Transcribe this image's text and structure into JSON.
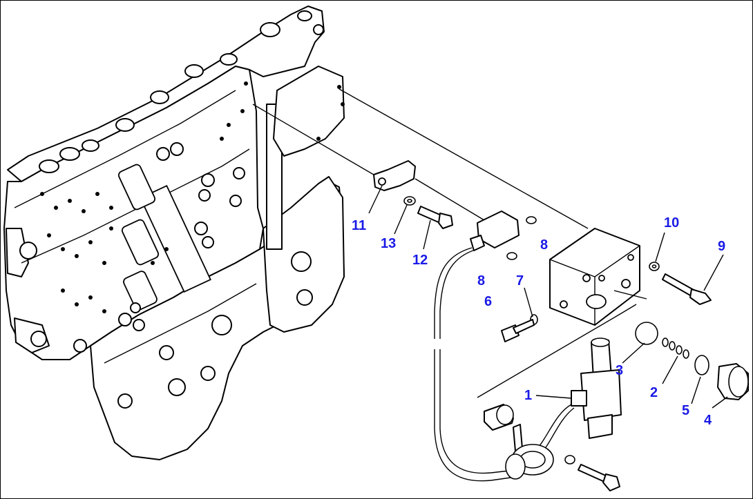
{
  "diagram": {
    "accent_color": "#1a1ae6",
    "callouts": [
      {
        "id": "11",
        "text": "11"
      },
      {
        "id": "13",
        "text": "13"
      },
      {
        "id": "12",
        "text": "12"
      },
      {
        "id": "8a",
        "text": "8"
      },
      {
        "id": "8b",
        "text": "8"
      },
      {
        "id": "7",
        "text": "7"
      },
      {
        "id": "6",
        "text": "6"
      },
      {
        "id": "10",
        "text": "10"
      },
      {
        "id": "9",
        "text": "9"
      },
      {
        "id": "3",
        "text": "3"
      },
      {
        "id": "2",
        "text": "2"
      },
      {
        "id": "1",
        "text": "1"
      },
      {
        "id": "5",
        "text": "5"
      },
      {
        "id": "4",
        "text": "4"
      }
    ]
  }
}
